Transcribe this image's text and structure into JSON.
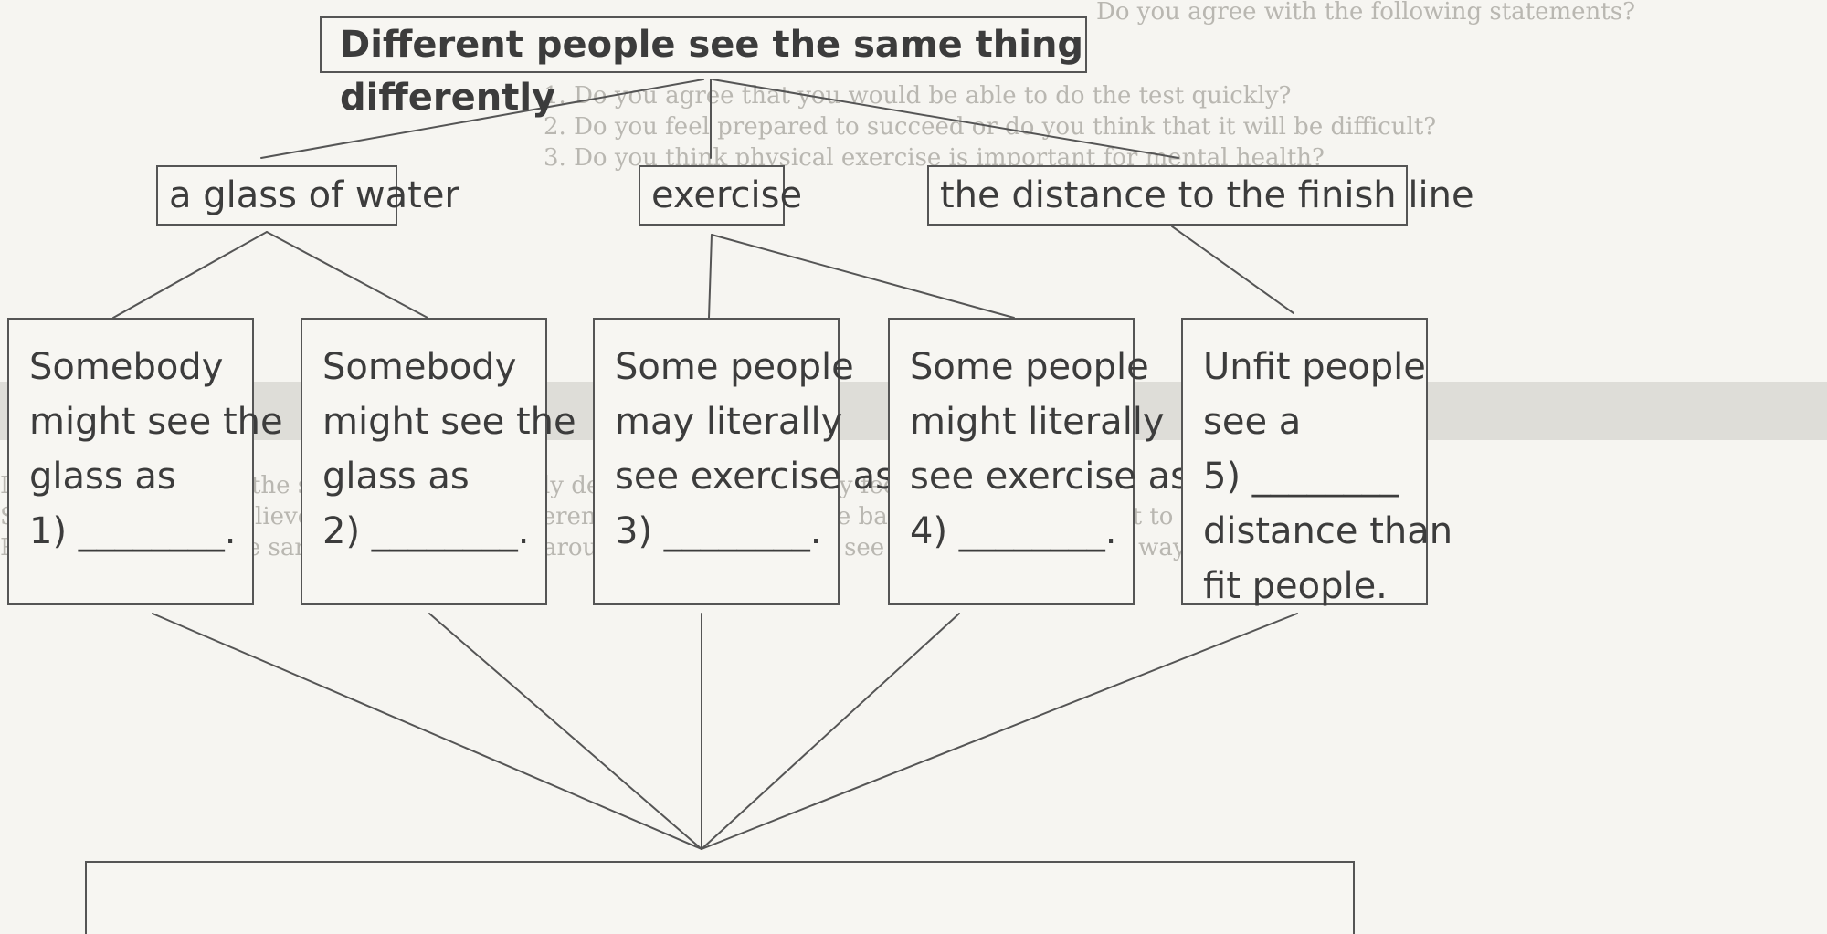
{
  "background_text": {
    "top_lines": [
      "Do you agree with the following statements?",
      "1. Do you agree that you would be able to do the test quickly?",
      "2. Do you feel prepared to succeed or do you think that it will be difficult?",
      "3. Do you think physical exercise is important for mental health?"
    ],
    "lower_lines": [
      "Different people see the same thing differently depending on how they feel about it.",
      "Some researchers believe that individual differences in perception are based on what we want to see.",
      "People often have the same opinion as those around them, but others see things in a different way."
    ]
  },
  "diagram": {
    "title": "Different people see the same thing differently",
    "topics": [
      {
        "label": "a glass of water"
      },
      {
        "label": "exercise"
      },
      {
        "label": "the distance to the finish line"
      }
    ],
    "leaves": [
      {
        "lines": [
          "Somebody",
          "might see the",
          "glass as",
          "1) ________."
        ]
      },
      {
        "lines": [
          "Somebody",
          "might see the",
          "glass as",
          "2) ________."
        ]
      },
      {
        "lines": [
          "Some people",
          "may literally",
          "see exercise as",
          "3) ________."
        ]
      },
      {
        "lines": [
          "Some people",
          "might literally",
          "see exercise as",
          "4) ________."
        ]
      },
      {
        "lines": [
          "Unfit people",
          "see a",
          "5) ________",
          "distance than",
          "fit people."
        ]
      }
    ]
  },
  "colors": {
    "line": "#555555",
    "box_border": "#555555",
    "text": "#3a3a3a",
    "ghost_text": "#b9b7b1"
  }
}
